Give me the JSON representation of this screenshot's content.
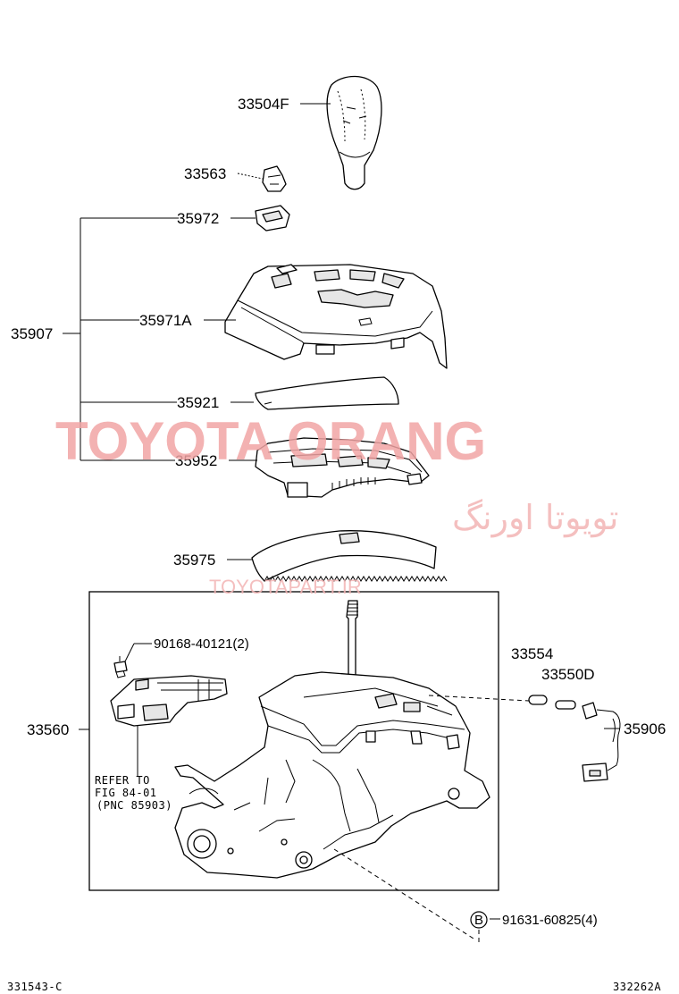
{
  "labels": {
    "knob": "33504F",
    "knob_clip": "33563",
    "indicator_cap": "35972",
    "bracket_group": "35907",
    "position_indicator": "35971A",
    "indicator_plate": "35921",
    "housing_cover": "35952",
    "slide_cover": "35975",
    "shift_lever_assy": "33560",
    "screw": "90168-40121(2)",
    "bushing": "33554",
    "bulb": "33550D",
    "wire_harness": "35906",
    "bolt": "91631-60825(4)",
    "bolt_marker": "B",
    "refer_line1": "REFER TO",
    "refer_line2": "FIG 84-01",
    "refer_line3": "(PNC 85903)",
    "fig_left": "331543-C",
    "fig_right": "332262A"
  },
  "watermark": {
    "main": "TOYOTA ORANG",
    "persian": "تویوتا اورنگ",
    "url": "TOYOTAPART.IR",
    "color": "#f1a5a5"
  }
}
